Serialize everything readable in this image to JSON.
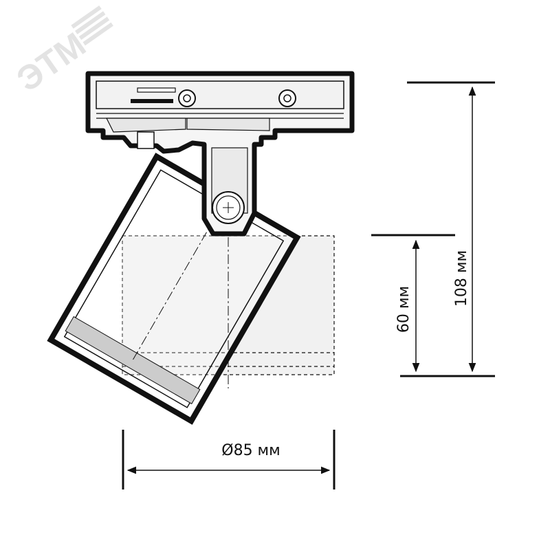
{
  "logo": {
    "text": "ЭТМ"
  },
  "dimensions": {
    "diameter": "Ø85 мм",
    "height_small": "60 мм",
    "height_total": "108 мм"
  },
  "colors": {
    "line": "#111111",
    "housing_fill": "#f2f2f2",
    "projection_fill": "#eeeeee",
    "stripe": "#cccccc",
    "logo": "#e3e3e3"
  }
}
